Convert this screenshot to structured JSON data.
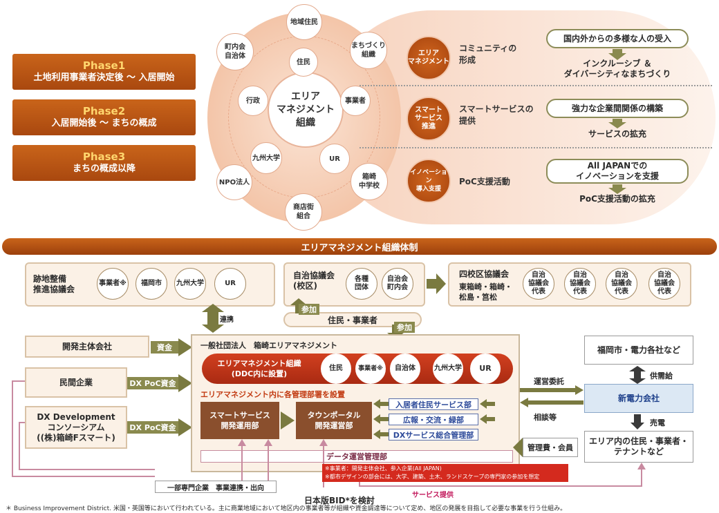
{
  "phases": [
    {
      "title": "Phase1",
      "subtitle": "土地利用事業者決定後 〜 入居開始"
    },
    {
      "title": "Phase2",
      "subtitle": "入居開始後 〜 まちの概成"
    },
    {
      "title": "Phase3",
      "subtitle": "まちの概成以降"
    }
  ],
  "hub": {
    "center": "エリア\nマネジメント\n組織",
    "inner": [
      "住民",
      "事業者",
      "UR",
      "九州大学",
      "行政"
    ],
    "outer": [
      "地域住民",
      "まちづくり\n組織",
      "箱崎\n中学校",
      "商店街\n組合",
      "NPO法人",
      "町内会\n自治体"
    ]
  },
  "functions": [
    {
      "badge": "エリア\nマネジメント",
      "label": "コミュニティの\n形成"
    },
    {
      "badge": "スマート\nサービス\n推進",
      "label": "スマートサービスの\n提供"
    },
    {
      "badge": "イノベーション\n導入支援",
      "label": "PoC支援活動"
    }
  ],
  "results": [
    {
      "box": "国内外からの多様な人の受入",
      "text": "インクルーシブ ＆\nダイバーシティなまちづくり"
    },
    {
      "box": "強力な企業間関係の構築",
      "text": "サービスの拡充"
    },
    {
      "box": "All JAPANでの\nイノベーションを支援",
      "text": "PoC支援活動の拡充"
    }
  ],
  "banner": "エリアマネジメント組織体制",
  "top_panels": {
    "atochi": {
      "title": "跡地整備\n推進協議会",
      "members": [
        "事業者※",
        "福岡市",
        "九州大学",
        "UR"
      ]
    },
    "jichi": {
      "title": "自治協議会\n(校区)",
      "members": [
        "各種\n団体",
        "自治会\n町内会"
      ]
    },
    "shikouku": {
      "title": "四校区協議会",
      "sub": "東箱崎・箱崎・\n松島・筥松",
      "members": [
        "自治\n協議会\n代表",
        "自治\n協議会\n代表",
        "自治\n協議会\n代表",
        "自治\n協議会\n代表"
      ]
    }
  },
  "connectors": {
    "renkei": "連携",
    "sanka1": "参加",
    "sanka2": "参加",
    "jumin_jigyosha": "住民・事業者",
    "shikin": "資金",
    "dx1": "DX PoC資金",
    "dx2": "DX PoC資金",
    "unei": "運営委託",
    "sodan": "相談等",
    "kyoju": "供需給",
    "baiden": "売電",
    "kanrihi": "管理費・会員",
    "service": "サービス提供"
  },
  "left_boxes": [
    "開発主体会社",
    "民間企業",
    "DX Development\nコンソーシアム\n((株)箱崎Fスマート)"
  ],
  "main": {
    "title": "一般社団法人　箱崎エリアマネジメント",
    "org": "エリアマネジメント組織\n(DDC内に設置)",
    "org_members": [
      "住民",
      "事業者※",
      "自治体",
      "九州大学",
      "UR"
    ],
    "note": "エリアマネジメント内に各管理部署を設置",
    "depts_left": [
      "スマートサービス\n開発運用部",
      "タウンポータル\n開発運営部"
    ],
    "depts_right": [
      "入居者住民サービス部",
      "広報・交流・緑部",
      "DXサービス総合管理部"
    ],
    "data": "データ運営管理部"
  },
  "right_boxes": {
    "fukuoka": "福岡市・電力各社など",
    "denryoku": "新電力会社",
    "residents": "エリア内の住民・事業者・\nテナントなど"
  },
  "bottom": {
    "partners": "一部専門企業　事業連携・出向",
    "bid": "日本版BID*を検討",
    "red_note": "※事業者：開発主体会社、参入企業(All JAPAN)\n※都市デザインの部会には、大学、建築、土木、ランドスケープの専門家の参加を想定",
    "footnote": "＊ Business Improvement District. 米国・英国等において行われている。主に商業地域において地区内の事業者等が組織や資金調達等について定め、地区の発展を目指して必要な事業を行う仕組み。"
  },
  "colors": {
    "accent": "#b9521a",
    "olive": "#8a8a4e",
    "red": "#d42a1e",
    "blue": "#2d4a9a"
  }
}
